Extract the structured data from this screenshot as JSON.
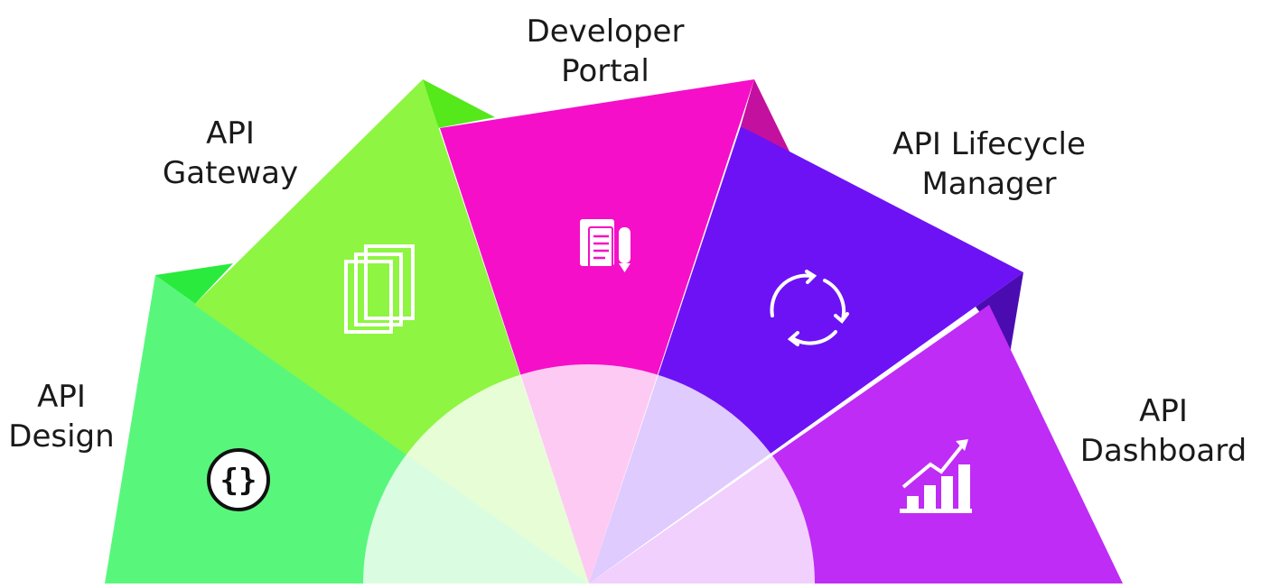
{
  "segments": [
    {
      "id": "api-design",
      "lines": [
        "API",
        "Design"
      ],
      "icon": "code-braces-icon",
      "color": "#58f77c",
      "fold_color": "#2bea3e"
    },
    {
      "id": "api-gateway",
      "lines": [
        "API",
        "Gateway"
      ],
      "icon": "stacked-pages-icon",
      "color": "#8ef542",
      "fold_color": "#55e81a"
    },
    {
      "id": "developer-portal",
      "lines": [
        "Developer",
        "Portal"
      ],
      "icon": "document-pen-icon",
      "color": "#f50fc8",
      "fold_color": "#c4109e"
    },
    {
      "id": "api-lifecycle-manager",
      "lines": [
        "API Lifecycle",
        "Manager"
      ],
      "icon": "refresh-cycle-icon",
      "color": "#6d12f5",
      "fold_color": "#4a0cb0"
    },
    {
      "id": "api-dashboard",
      "lines": [
        "API",
        "Dashboard"
      ],
      "icon": "growth-chart-icon",
      "color": "#bf2cf5",
      "fold_color": "#8d1fc0"
    }
  ],
  "center_hub": {
    "color": "#f2fdea"
  }
}
